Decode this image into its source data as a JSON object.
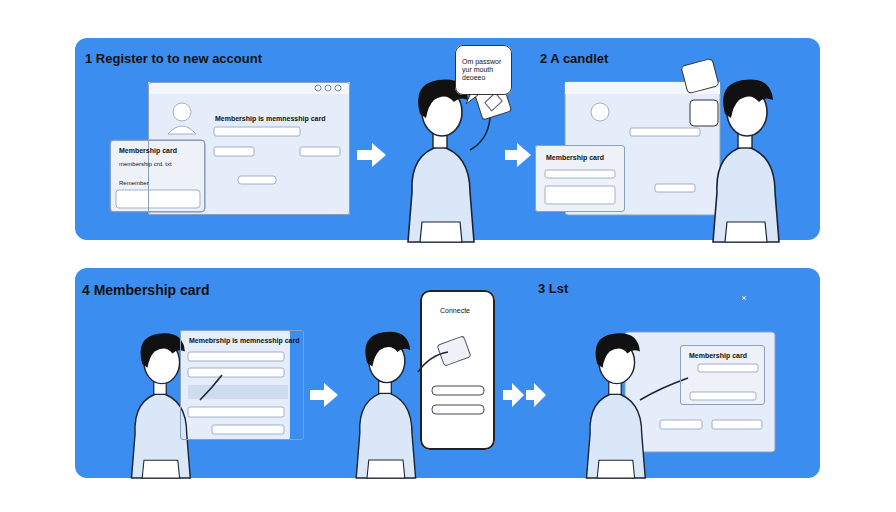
{
  "diagram": {
    "nodes": [
      {
        "text": [
          "1 Register to to new account",
          "2 A candlet"
        ]
      },
      {
        "text": [
          "Membership is memnesship card"
        ],
        "in": 0
      },
      {
        "text": [
          "Membership card",
          "membership crd. txt",
          "Remember"
        ],
        "in": 0
      },
      {
        "text": [
          "Om passwor yur mouth deoeeo"
        ],
        "in": 0
      },
      {
        "text": [
          "Membership card"
        ],
        "in": 0
      },
      {
        "text": [
          "4 Membership card",
          "3 Lst"
        ]
      },
      {
        "text": [
          "Memebrship is memnesship card"
        ],
        "in": 5
      },
      {
        "text": [
          "Connecte"
        ],
        "in": 5
      },
      {
        "text": [
          "Membership card"
        ],
        "in": 5
      }
    ]
  }
}
